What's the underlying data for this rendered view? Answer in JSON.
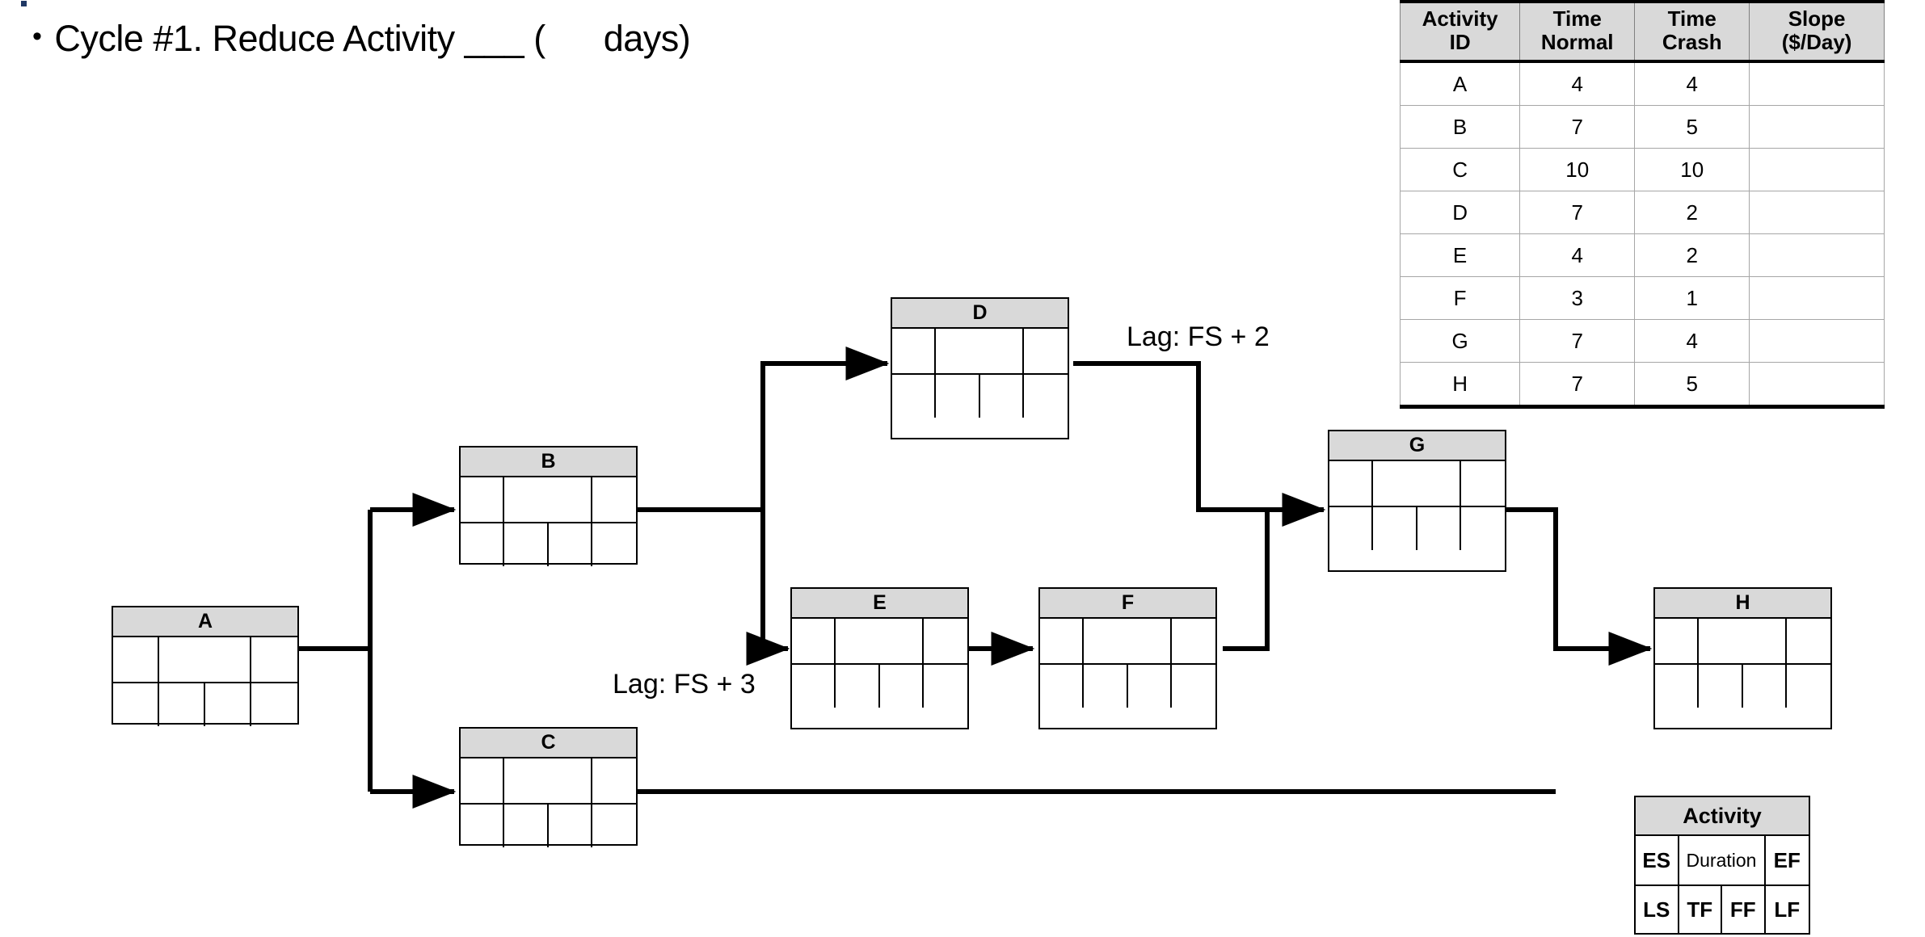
{
  "title": {
    "bullet": "•",
    "text": "Cycle #1. Reduce Activity ___ (      days)"
  },
  "crash_table": {
    "headers": [
      "Activity ID",
      "Time Normal",
      "Time Crash",
      "Slope ($/Day)"
    ],
    "header_lines": [
      [
        "Activity",
        "ID"
      ],
      [
        "Time",
        "Normal"
      ],
      [
        "Time",
        "Crash"
      ],
      [
        "Slope",
        "($/Day)"
      ]
    ],
    "rows": [
      {
        "id": "A",
        "time_normal": "4",
        "time_crash": "4",
        "slope": ""
      },
      {
        "id": "B",
        "time_normal": "7",
        "time_crash": "5",
        "slope": ""
      },
      {
        "id": "C",
        "time_normal": "10",
        "time_crash": "10",
        "slope": ""
      },
      {
        "id": "D",
        "time_normal": "7",
        "time_crash": "2",
        "slope": ""
      },
      {
        "id": "E",
        "time_normal": "4",
        "time_crash": "2",
        "slope": ""
      },
      {
        "id": "F",
        "time_normal": "3",
        "time_crash": "1",
        "slope": ""
      },
      {
        "id": "G",
        "time_normal": "7",
        "time_crash": "4",
        "slope": ""
      },
      {
        "id": "H",
        "time_normal": "7",
        "time_crash": "5",
        "slope": ""
      }
    ]
  },
  "network": {
    "nodes": [
      {
        "id": "A",
        "label": "A",
        "es": "",
        "duration": "",
        "ef": "",
        "ls": "",
        "tf": "",
        "ff": "",
        "lf": ""
      },
      {
        "id": "B",
        "label": "B",
        "es": "",
        "duration": "",
        "ef": "",
        "ls": "",
        "tf": "",
        "ff": "",
        "lf": ""
      },
      {
        "id": "C",
        "label": "C",
        "es": "",
        "duration": "",
        "ef": "",
        "ls": "",
        "tf": "",
        "ff": "",
        "lf": ""
      },
      {
        "id": "D",
        "label": "D",
        "es": "",
        "duration": "",
        "ef": "",
        "ls": "",
        "tf": "",
        "ff": "",
        "lf": ""
      },
      {
        "id": "E",
        "label": "E",
        "es": "",
        "duration": "",
        "ef": "",
        "ls": "",
        "tf": "",
        "ff": "",
        "lf": ""
      },
      {
        "id": "F",
        "label": "F",
        "es": "",
        "duration": "",
        "ef": "",
        "ls": "",
        "tf": "",
        "ff": "",
        "lf": ""
      },
      {
        "id": "G",
        "label": "G",
        "es": "",
        "duration": "",
        "ef": "",
        "ls": "",
        "tf": "",
        "ff": "",
        "lf": ""
      },
      {
        "id": "H",
        "label": "H",
        "es": "",
        "duration": "",
        "ef": "",
        "ls": "",
        "tf": "",
        "ff": "",
        "lf": ""
      }
    ],
    "lag_labels": [
      {
        "id": "lag-d-g",
        "text": "Lag: FS + 2"
      },
      {
        "id": "lag-b-e",
        "text": "Lag: FS + 3"
      }
    ]
  },
  "legend": {
    "title": "Activity",
    "row1": [
      "ES",
      "Duration",
      "EF"
    ],
    "row2": [
      "LS",
      "TF",
      "FF",
      "LF"
    ]
  },
  "colors": {
    "header_fill": "#d9d9d9",
    "line": "#000000",
    "background": "#ffffff"
  }
}
